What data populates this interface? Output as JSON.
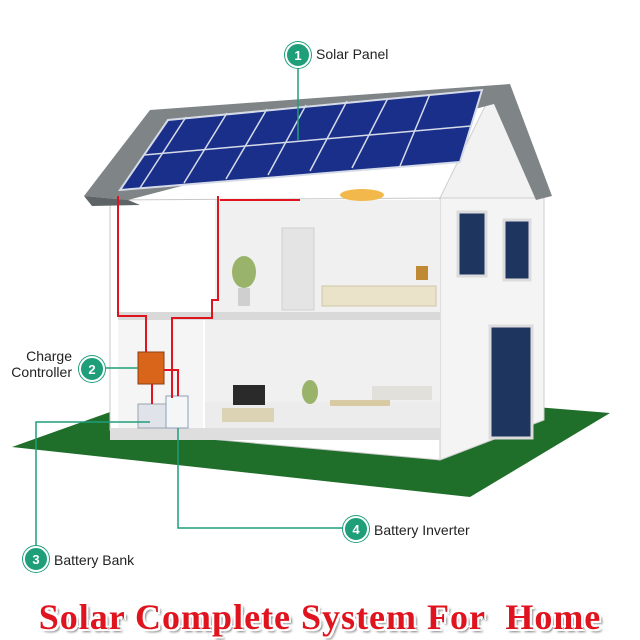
{
  "callouts": [
    {
      "number": "1",
      "label": "Solar Panel"
    },
    {
      "number": "2",
      "label_line1": "Charge",
      "label_line2": "Controller"
    },
    {
      "number": "3",
      "label": "Battery Bank"
    },
    {
      "number": "4",
      "label": "Battery Inverter"
    }
  ],
  "banner": "Solar Complete System For  Home",
  "colors": {
    "accent": "#1f9e7a",
    "wire": "#e0141e",
    "lawn": "#1f6e2a",
    "panel": "#1a2f8a",
    "banner": "#e0141e"
  }
}
